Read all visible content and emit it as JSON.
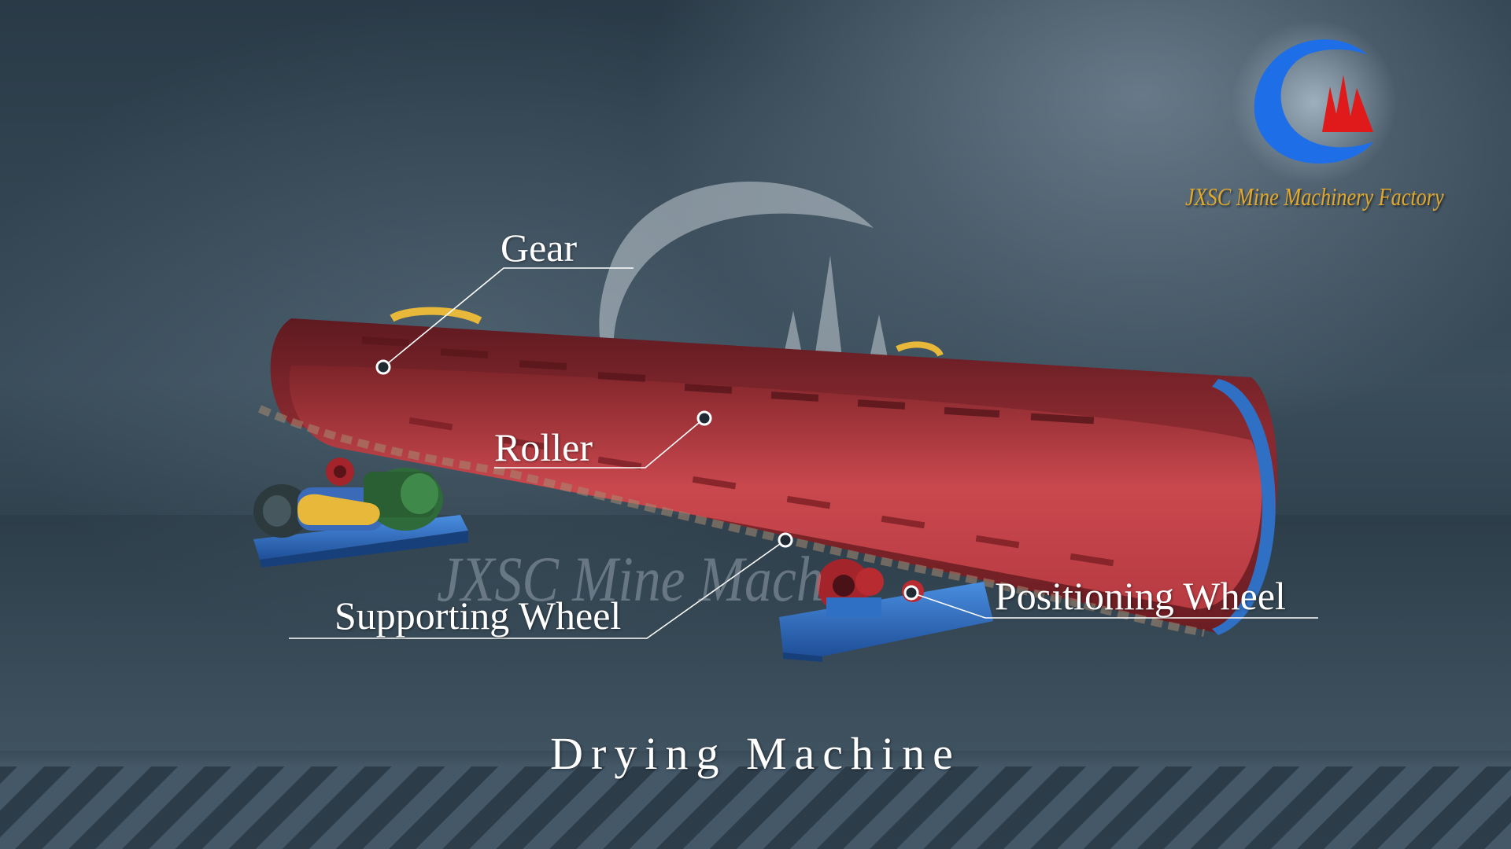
{
  "callouts": {
    "gear": "Gear",
    "roller": "Roller",
    "supporting_wheel": "Supporting Wheel",
    "positioning_wheel": "Positioning Wheel"
  },
  "caption": "Drying Machine",
  "watermark": {
    "text": "JXSC Mine Mach"
  },
  "logo": {
    "brand_name": "JXSC Mine Machinery Factory"
  },
  "colors": {
    "background": "#2b3b48",
    "drum_red": "#9e2f35",
    "drum_inner": "#c84a4f",
    "base_blue": "#2f6fc4",
    "gear_green": "#2f6b3a",
    "pulley_yellow": "#e8b83a",
    "logo_blue": "#1e6ee8",
    "logo_red": "#e01a1a",
    "logo_text": "#e2a82c",
    "callout_text": "#ffffff"
  },
  "icons": [
    "company-logo-icon",
    "crescent-watermark-icon"
  ]
}
